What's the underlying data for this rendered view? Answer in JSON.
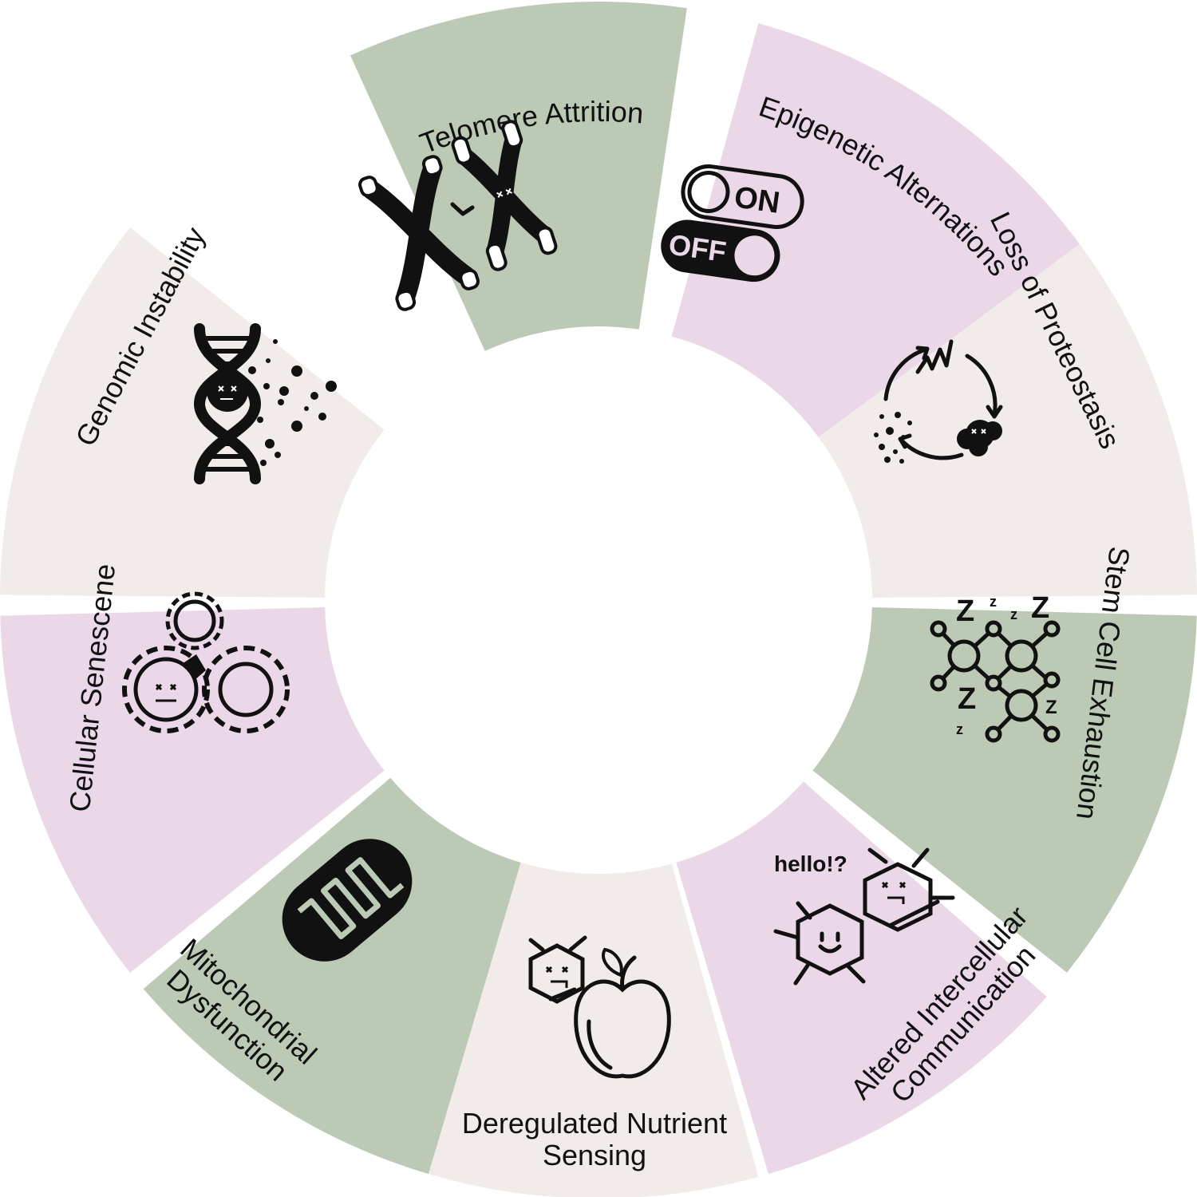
{
  "colors": {
    "green": "#bccab5",
    "purple": "#ead7e8",
    "beige": "#f1ece9",
    "ink": "#111111"
  },
  "segments": [
    {
      "id": "telomere",
      "lines": [
        "Telomere Attrition"
      ],
      "color": "green",
      "icon": "chromosome-icon"
    },
    {
      "id": "epigenetic",
      "lines": [
        "Epigenetic Alternations"
      ],
      "color": "purple",
      "icon": "toggle-switch-icon"
    },
    {
      "id": "proteostasis",
      "lines": [
        "Loss of Proteostasis"
      ],
      "color": "beige",
      "icon": "protein-cycle-icon"
    },
    {
      "id": "stemcell",
      "lines": [
        "Stem Cell Exhaustion"
      ],
      "color": "green",
      "icon": "sleeping-cells-icon"
    },
    {
      "id": "intercellular",
      "lines": [
        "Altered Intercellular",
        "Communication"
      ],
      "color": "purple",
      "icon": "talking-cells-icon"
    },
    {
      "id": "nutrient",
      "lines": [
        "Deregulated Nutrient",
        "Sensing"
      ],
      "color": "beige",
      "icon": "apple-cell-icon"
    },
    {
      "id": "mitochondrial",
      "lines": [
        "Mitochondrial",
        "Dysfunction"
      ],
      "color": "green",
      "icon": "mitochondrion-icon"
    },
    {
      "id": "senescence",
      "lines": [
        "Cellular Senescene"
      ],
      "color": "purple",
      "icon": "broken-gears-icon"
    },
    {
      "id": "genomic",
      "lines": [
        "Genomic Instability"
      ],
      "color": "beige",
      "icon": "dna-icon"
    }
  ],
  "icon_text": {
    "on": "ON",
    "off": "OFF",
    "hello": "hello!?",
    "z": "Z",
    "z_small": "z"
  }
}
